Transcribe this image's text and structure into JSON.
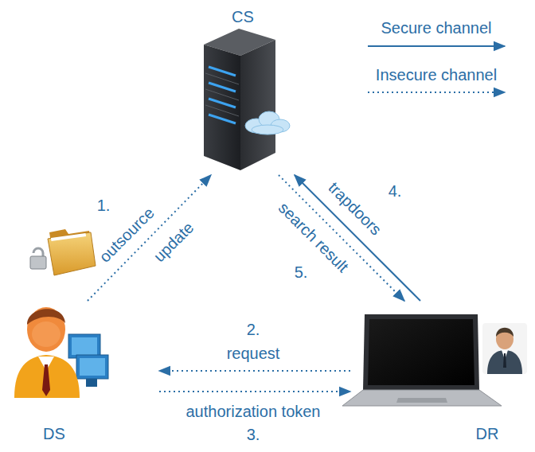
{
  "diagram": {
    "nodes": [
      {
        "text": [
          "CS"
        ]
      },
      {
        "text": [
          "DS"
        ]
      },
      {
        "text": [
          "DR"
        ]
      }
    ],
    "edges": [
      {
        "from": 1,
        "to": 0,
        "label": "outsource",
        "arrow": "to"
      },
      {
        "from": 2,
        "to": 0,
        "label": "trapdoors",
        "arrow": "to"
      },
      {
        "from": 0,
        "to": 2,
        "label": "search result",
        "arrow": "to"
      },
      {
        "from": 2,
        "to": 1,
        "label": "request",
        "arrow": "to"
      },
      {
        "from": 1,
        "to": 2,
        "label": "authorization token",
        "arrow": "to"
      }
    ],
    "labels": [
      "1.",
      "update",
      "2.",
      "3.",
      "4.",
      "5."
    ],
    "legend": [
      {
        "text": "Secure channel"
      },
      {
        "text": "Insecure channel"
      }
    ]
  }
}
